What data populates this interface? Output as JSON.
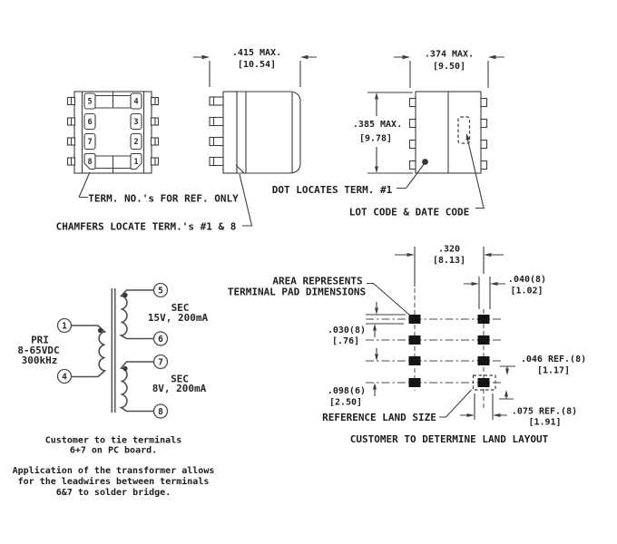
{
  "drawing": {
    "ink_color": "#3d3d3d",
    "top_view": {
      "pad_numbers_left": [
        "5",
        "6",
        "7",
        "8"
      ],
      "pad_numbers_right": [
        "4",
        "3",
        "2",
        "1"
      ],
      "note_terminals": "TERM. NO.'s FOR REF. ONLY",
      "note_chamfers": "CHAMFERS LOCATE TERM.'s #1 & 8"
    },
    "side_view": {
      "dim_width_in": ".415 MAX.",
      "dim_width_mm": "[10.54]"
    },
    "front_view": {
      "dim_width_in": ".374 MAX.",
      "dim_width_mm": "[9.50]",
      "dim_height_in": ".385 MAX.",
      "dim_height_mm": "[9.78]",
      "note_dot": "DOT LOCATES TERM. #1",
      "note_lot": "LOT CODE & DATE CODE"
    },
    "schematic": {
      "primary": {
        "line1": "PRI",
        "line2": "8-65VDC",
        "line3": "300kHz",
        "term_top": "1",
        "term_bottom": "4"
      },
      "secondary1": {
        "line1": "SEC",
        "line2": "15V, 200mA",
        "term_top": "5",
        "term_bottom": "6"
      },
      "secondary2": {
        "line1": "SEC",
        "line2": "8V, 200mA",
        "term_top": "7",
        "term_bottom": "8"
      }
    },
    "land_pattern": {
      "dim_col_pitch_in": ".320",
      "dim_col_pitch_mm": "[8.13]",
      "dim_pad_width_in": ".040(8)",
      "dim_pad_width_mm": "[1.02]",
      "dim_pad_height_in": ".030(8)",
      "dim_pad_height_mm": "[.76]",
      "dim_row_pitch_in": ".098(6)",
      "dim_row_pitch_mm": "[2.50]",
      "dim_land_height_in": ".046 REF.(8)",
      "dim_land_height_mm": "[1.17]",
      "dim_land_width_in": ".075 REF.(8)",
      "dim_land_width_mm": "[1.91]",
      "label_area_line1": "AREA REPRESENTS",
      "label_area_line2": "TERMINAL PAD DIMENSIONS",
      "label_ref_land": "REFERENCE LAND SIZE",
      "label_customer": "CUSTOMER TO DETERMINE LAND LAYOUT"
    },
    "notes": {
      "tie_line1": "Customer to tie terminals",
      "tie_line2": "6+7 on PC board.",
      "app_line1": "Application of the transformer allows",
      "app_line2": "for the leadwires between terminals",
      "app_line3": "6&7 to solder bridge."
    }
  }
}
